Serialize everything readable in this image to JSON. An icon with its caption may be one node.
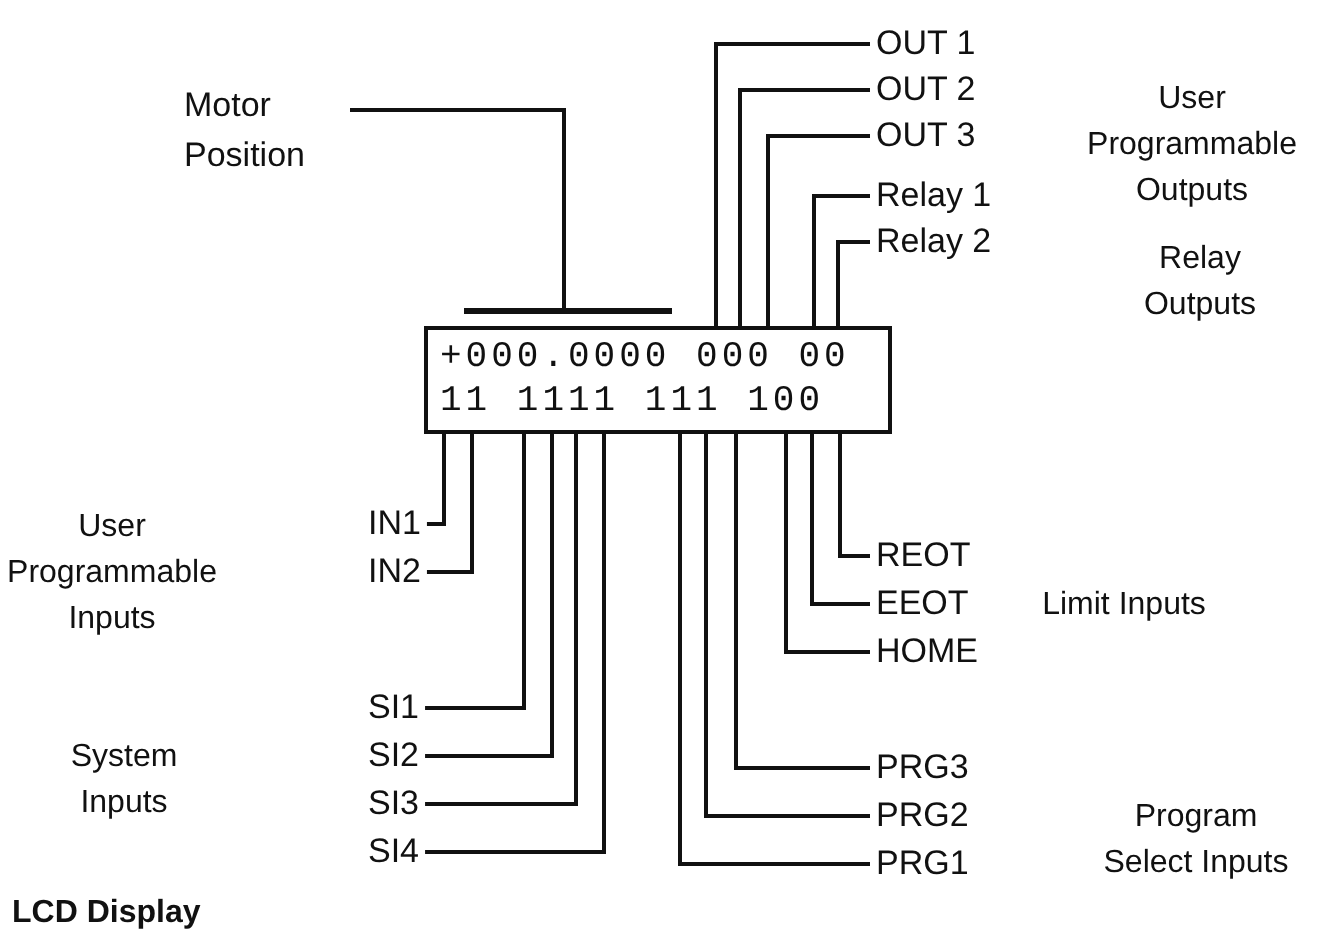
{
  "diagram": {
    "nodes": [
      {
        "text": [
          "Motor Position"
        ]
      },
      {
        "text": [
          "OUT 1"
        ]
      },
      {
        "text": [
          "OUT 2"
        ]
      },
      {
        "text": [
          "OUT 3"
        ]
      },
      {
        "text": [
          "Relay 1"
        ]
      },
      {
        "text": [
          "Relay 2"
        ]
      },
      {
        "text": [],
        "shape": "bar"
      },
      {
        "text": [
          "+000.0000 000 00",
          "11 1111 111 100"
        ]
      },
      {
        "text": [
          "IN1"
        ]
      },
      {
        "text": [
          "IN2"
        ]
      },
      {
        "text": [
          "REOT"
        ]
      },
      {
        "text": [
          "EEOT"
        ]
      },
      {
        "text": [
          "HOME"
        ]
      },
      {
        "text": [
          "SI1"
        ]
      },
      {
        "text": [
          "SI2"
        ]
      },
      {
        "text": [
          "SI3"
        ]
      },
      {
        "text": [
          "SI4"
        ]
      },
      {
        "text": [
          "PRG3"
        ]
      },
      {
        "text": [
          "PRG2"
        ]
      },
      {
        "text": [
          "PRG1"
        ]
      }
    ],
    "edges": [
      {
        "from": 0,
        "to": 6,
        "arrow": "none"
      },
      {
        "from": 1,
        "to": 7,
        "arrow": "none"
      },
      {
        "from": 2,
        "to": 7,
        "arrow": "none"
      },
      {
        "from": 3,
        "to": 7,
        "arrow": "none"
      },
      {
        "from": 4,
        "to": 7,
        "arrow": "none"
      },
      {
        "from": 5,
        "to": 7,
        "arrow": "none"
      },
      {
        "from": 8,
        "to": 7,
        "arrow": "none"
      },
      {
        "from": 9,
        "to": 7,
        "arrow": "none"
      },
      {
        "from": 10,
        "to": 7,
        "arrow": "none"
      },
      {
        "from": 11,
        "to": 7,
        "arrow": "none"
      },
      {
        "from": 12,
        "to": 7,
        "arrow": "none"
      },
      {
        "from": 13,
        "to": 7,
        "arrow": "none"
      },
      {
        "from": 14,
        "to": 7,
        "arrow": "none"
      },
      {
        "from": 15,
        "to": 7,
        "arrow": "none"
      },
      {
        "from": 16,
        "to": 7,
        "arrow": "none"
      },
      {
        "from": 17,
        "to": 7,
        "arrow": "none"
      },
      {
        "from": 18,
        "to": 7,
        "arrow": "none"
      },
      {
        "from": 19,
        "to": 7,
        "arrow": "none"
      }
    ],
    "labels": [
      "User Programmable Outputs",
      "Relay Outputs",
      "User Programmable Inputs",
      "Limit Inputs",
      "System Inputs",
      "Program Select Inputs",
      "LCD Display"
    ]
  }
}
